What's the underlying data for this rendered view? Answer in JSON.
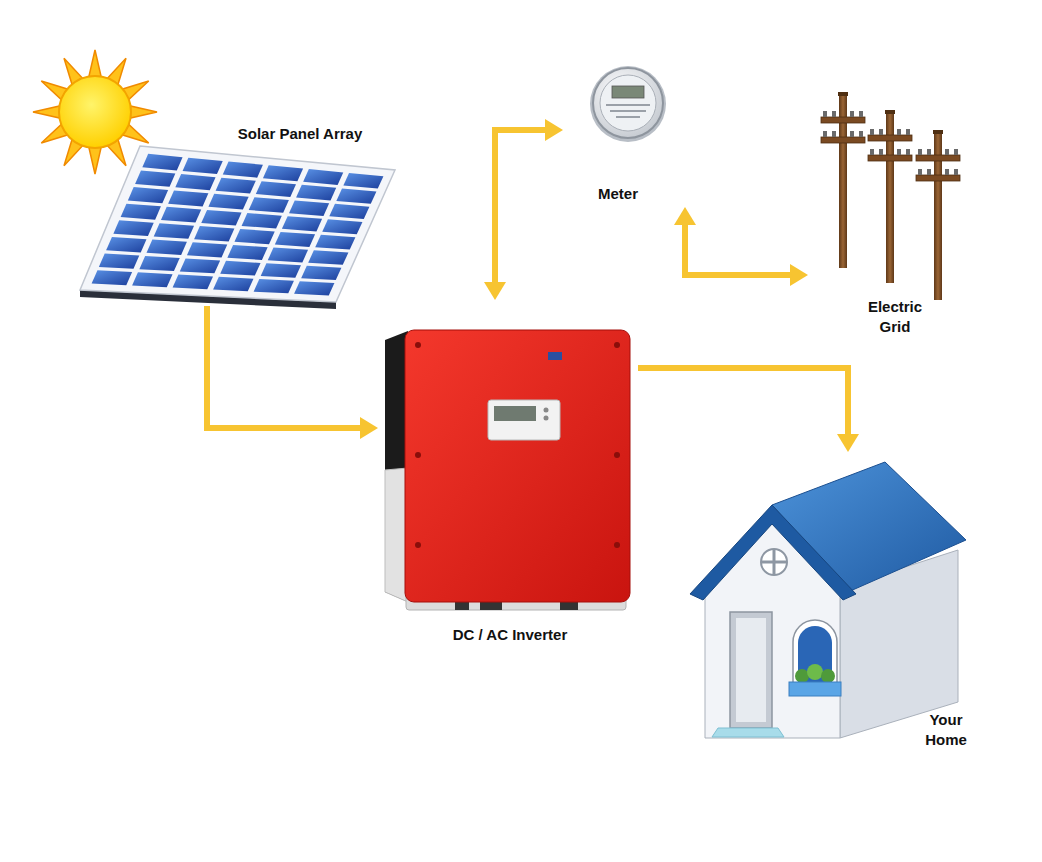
{
  "diagram": {
    "nodes": [
      {
        "text": [
          "Solar Panel Array"
        ]
      },
      {
        "text": [
          "Meter"
        ]
      },
      {
        "text": [
          "Electric Grid"
        ]
      },
      {
        "text": [
          "DC / AC Inverter"
        ]
      },
      {
        "text": [
          "Your Home"
        ]
      }
    ],
    "edges": [
      {
        "from": 0,
        "to": 3,
        "arrow": "to"
      },
      {
        "from": 3,
        "to": 1,
        "arrow": "both"
      },
      {
        "from": 1,
        "to": 2,
        "arrow": "both"
      },
      {
        "from": 3,
        "to": 4,
        "arrow": "to"
      }
    ]
  }
}
